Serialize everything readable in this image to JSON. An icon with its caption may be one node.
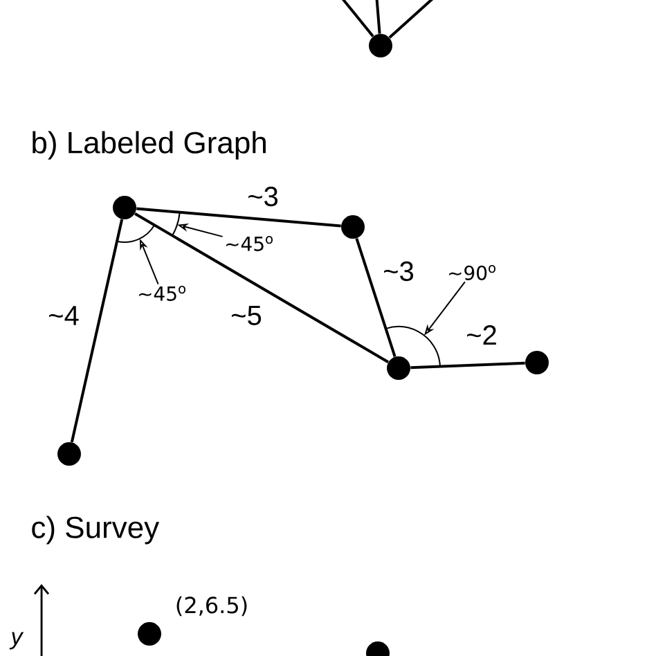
{
  "diagram": {
    "nodes": [
      {
        "text": [],
        "shape": "circle"
      },
      {
        "text": [],
        "shape": "circle"
      },
      {
        "text": [],
        "shape": "circle"
      },
      {
        "text": [],
        "shape": "circle"
      },
      {
        "text": [],
        "shape": "circle"
      },
      {
        "text": [],
        "shape": "circle"
      },
      {
        "text": [
          "~45$^{o}$"
        ]
      },
      {
        "text": [
          "~90$^{o}$"
        ]
      },
      {
        "text": [
          "~45$^{o}$"
        ]
      },
      {
        "text": [],
        "shape": "circle",
        "beside": [
          "(2,6.5)"
        ]
      },
      {
        "text": [],
        "shape": "circle"
      }
    ],
    "edges": [
      {
        "from": null,
        "to": 0,
        "arrow": "none"
      },
      {
        "from": null,
        "to": 0,
        "arrow": "none"
      },
      {
        "from": null,
        "to": 0,
        "arrow": "none"
      },
      {
        "from": 1,
        "to": 2,
        "arrow": "none",
        "label": "~3"
      },
      {
        "from": 1,
        "to": 3,
        "arrow": "none",
        "label": "~5"
      },
      {
        "from": 2,
        "to": 3,
        "arrow": "none",
        "label": "~3"
      },
      {
        "from": 3,
        "to": 4,
        "arrow": "none",
        "label": "~2"
      },
      {
        "from": 1,
        "to": 5,
        "arrow": "none",
        "label": "~4"
      },
      {
        "from": 6,
        "to": 1,
        "arrow": "to"
      },
      {
        "from": 7,
        "to": 3,
        "arrow": "to"
      },
      {
        "from": 8,
        "to": 1,
        "arrow": "to"
      }
    ],
    "labels": [
      "b) Labeled Graph",
      "c) Survey",
      "y"
    ]
  }
}
